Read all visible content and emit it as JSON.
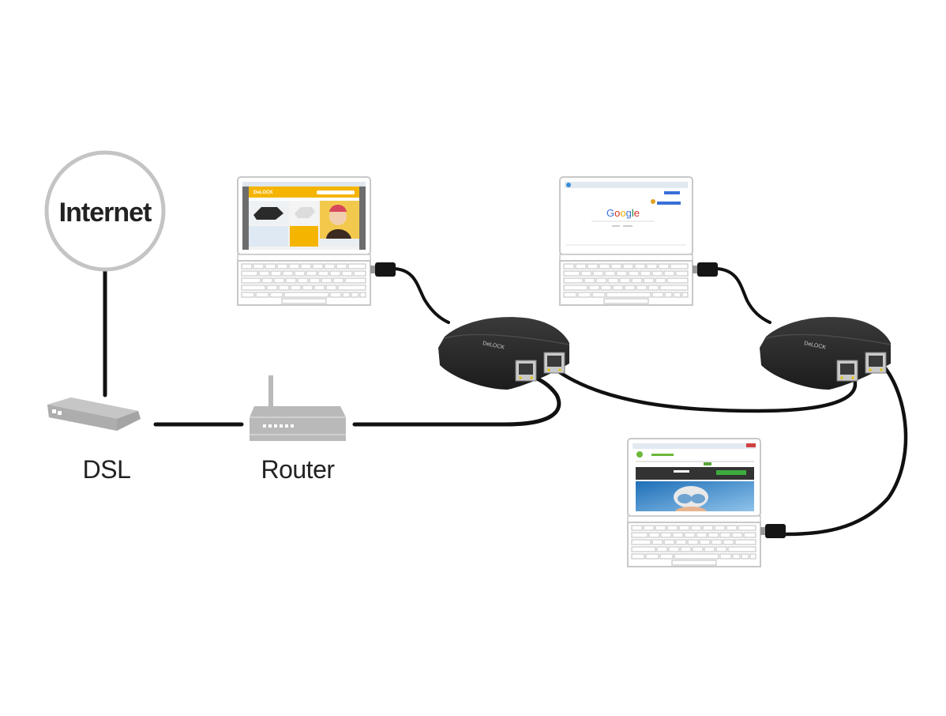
{
  "nodes": {
    "internet": {
      "label": "Internet"
    },
    "dsl": {
      "label": "DSL"
    },
    "router": {
      "label": "Router"
    }
  },
  "laptops": [
    {
      "id": "laptop-1",
      "screen": "yellow shopping website",
      "screen_brand": "DeLOCK",
      "accent": "#f5b400"
    },
    {
      "id": "laptop-2",
      "screen": "search engine homepage",
      "screen_brand": "Google",
      "accent": "#3a6fd8"
    },
    {
      "id": "laptop-3",
      "screen": "green website with ski goggles banner",
      "screen_brand": "",
      "accent": "#3daa3d"
    }
  ],
  "adapters": [
    {
      "id": "adapter-1",
      "ports": 2,
      "brand": "DeLOCK"
    },
    {
      "id": "adapter-2",
      "ports": 2,
      "brand": "DeLOCK"
    }
  ],
  "colors": {
    "device_gray": "#b9b9b9",
    "circle_stroke": "#c4c4c4",
    "cable": "#111111",
    "adapter_body": "#2b2b2b",
    "text": "#222222"
  },
  "connections": [
    {
      "from": "internet",
      "to": "dsl"
    },
    {
      "from": "dsl",
      "to": "router"
    },
    {
      "from": "router",
      "to": "adapter-1"
    },
    {
      "from": "laptop-1",
      "to": "adapter-1"
    },
    {
      "from": "adapter-1",
      "to": "adapter-2"
    },
    {
      "from": "laptop-2",
      "to": "adapter-2"
    },
    {
      "from": "adapter-2",
      "to": "laptop-3"
    }
  ]
}
